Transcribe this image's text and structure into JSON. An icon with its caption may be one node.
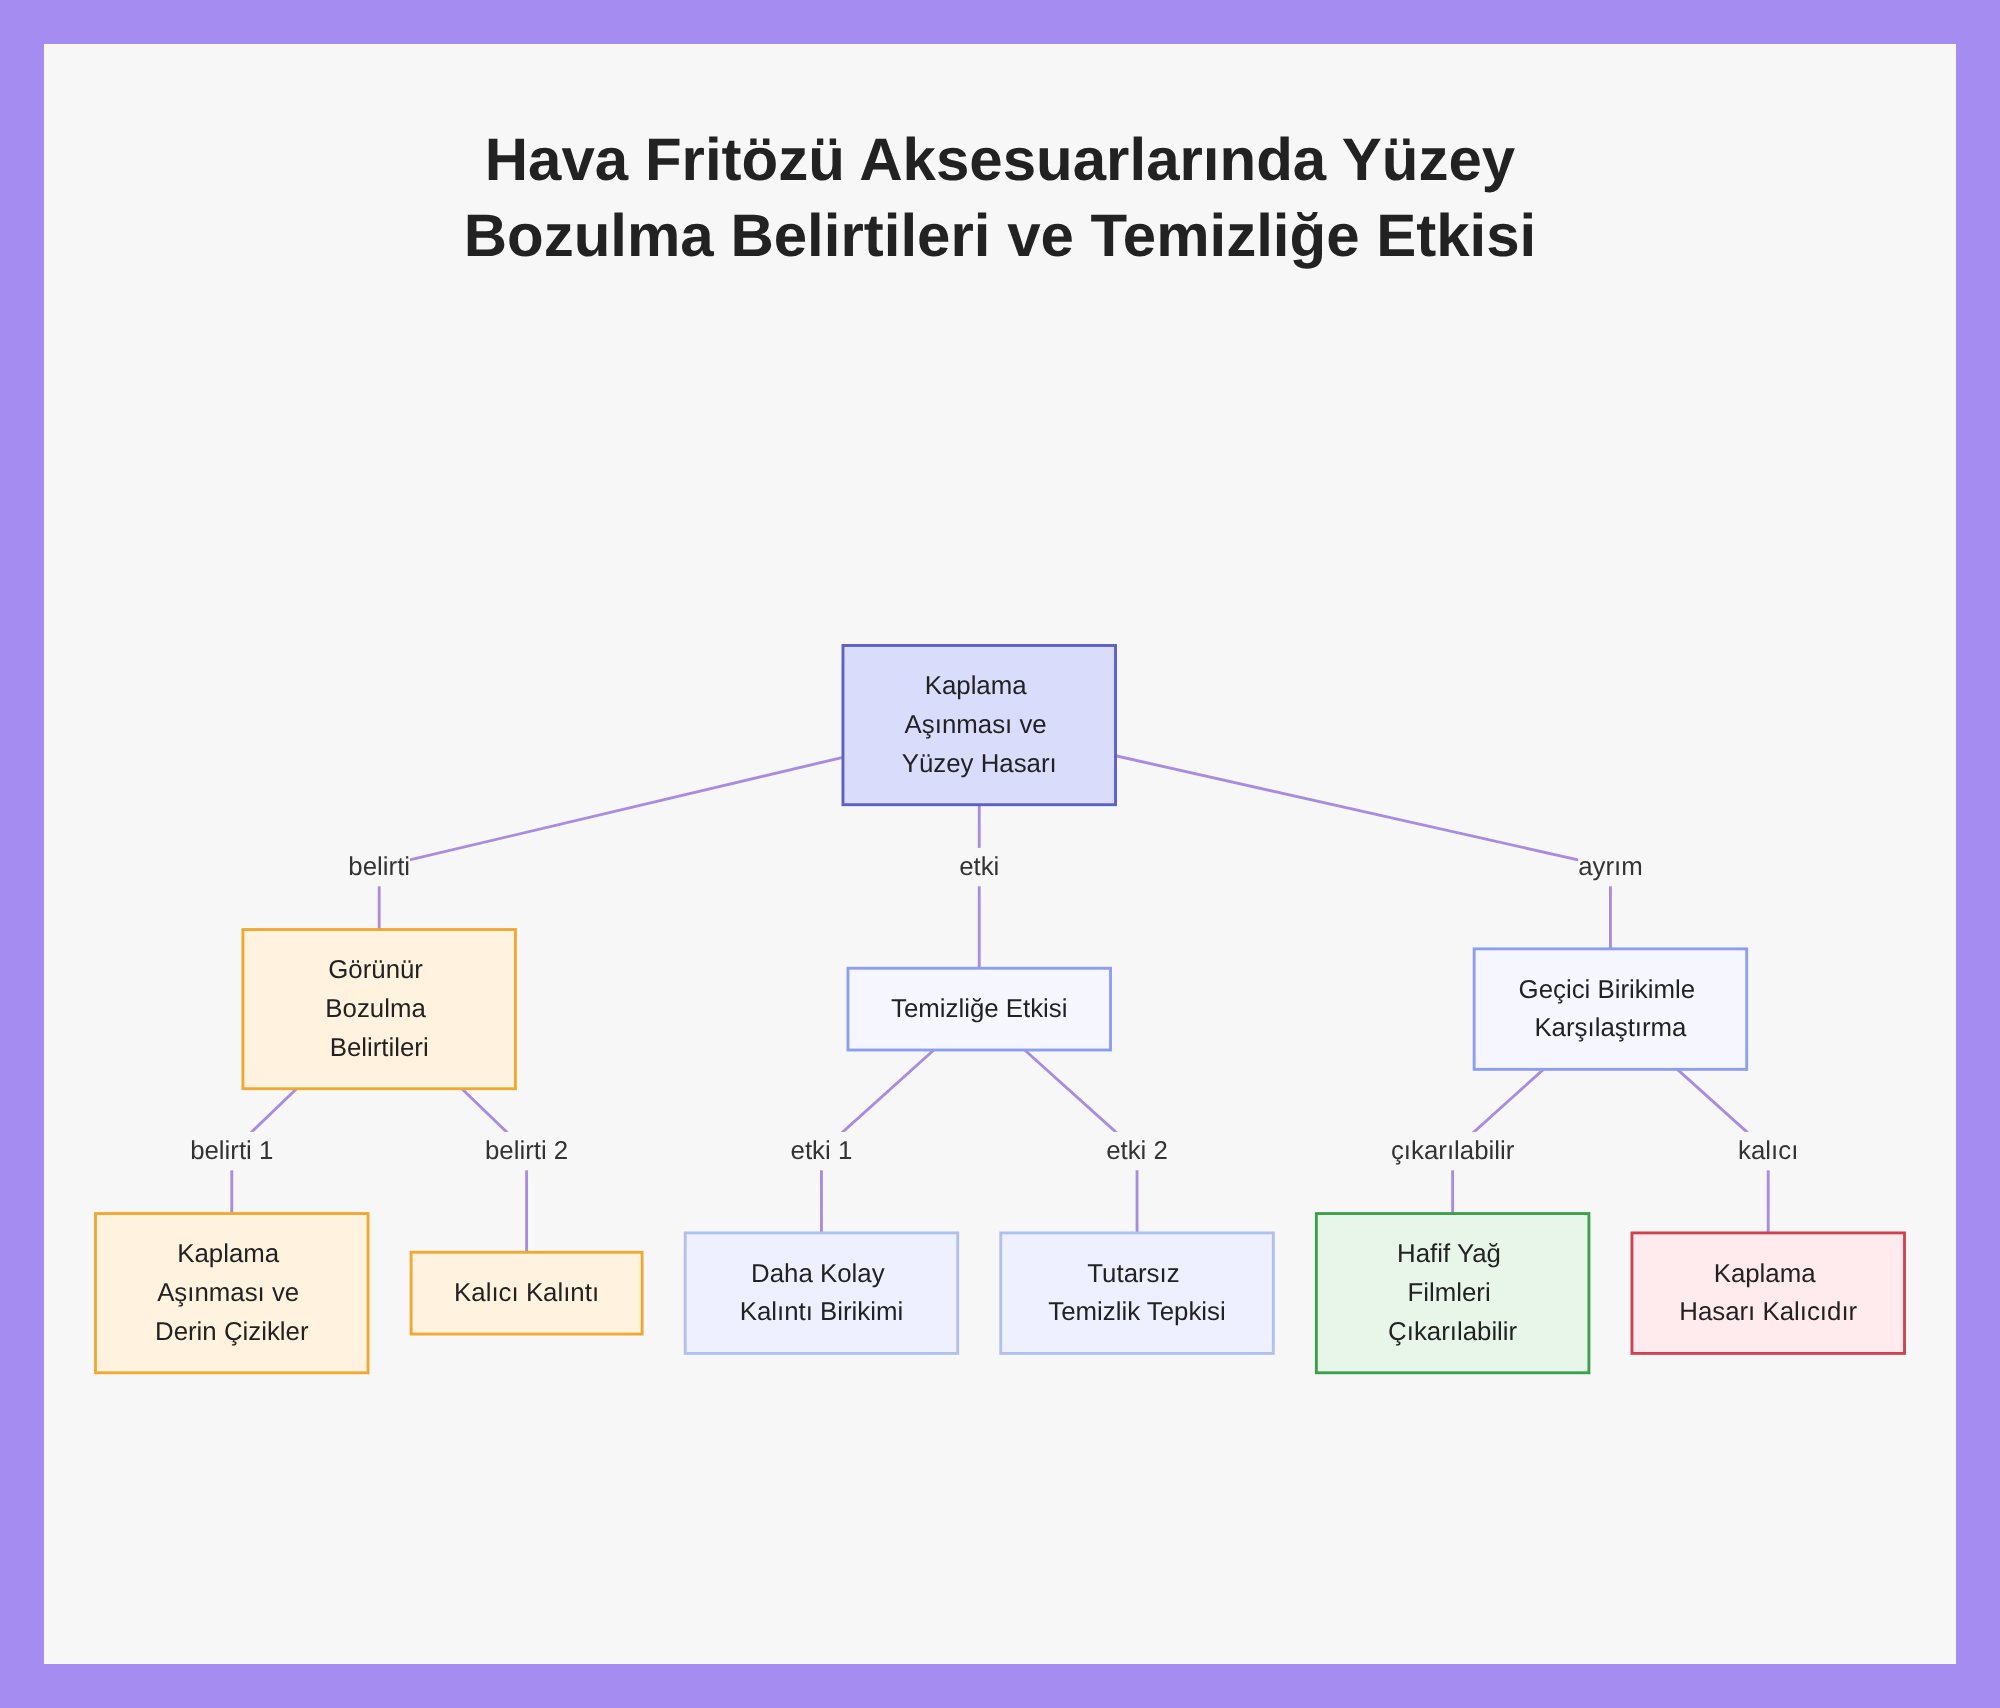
{
  "diagram": {
    "title": "Hava Fritözü Aksesuarlarında Yüzey Bozulma Belirtileri ve Temizliğe Etkisi",
    "nodes": [
      {
        "text": [
          "Kaplama Aşınması ve Yüzey Hasarı"
        ]
      },
      {
        "text": [
          "Görünür Bozulma Belirtileri"
        ]
      },
      {
        "text": [
          "Temizliğe Etkisi"
        ]
      },
      {
        "text": [
          "Geçici Birikimle Karşılaştırma"
        ]
      },
      {
        "text": [
          "Kaplama Aşınması ve Derin Çizikler"
        ]
      },
      {
        "text": [
          "Kalıcı Kalıntı"
        ]
      },
      {
        "text": [
          "Daha Kolay Kalıntı Birikimi"
        ]
      },
      {
        "text": [
          "Tutarsız Temizlik Tepkisi"
        ]
      },
      {
        "text": [
          "Hafif Yağ Filmleri Çıkarılabilir"
        ]
      },
      {
        "text": [
          "Kaplama Hasarı Kalıcıdır"
        ]
      }
    ],
    "edges": [
      {
        "from": 0,
        "to": 1,
        "arrow": "none",
        "label": "belirti"
      },
      {
        "from": 0,
        "to": 2,
        "arrow": "none",
        "label": "etki"
      },
      {
        "from": 0,
        "to": 3,
        "arrow": "none",
        "label": "ayrım"
      },
      {
        "from": 1,
        "to": 4,
        "arrow": "none",
        "label": "belirti 1"
      },
      {
        "from": 1,
        "to": 5,
        "arrow": "none",
        "label": "belirti 2"
      },
      {
        "from": 2,
        "to": 6,
        "arrow": "none",
        "label": "etki 1"
      },
      {
        "from": 2,
        "to": 7,
        "arrow": "none",
        "label": "etki 2"
      },
      {
        "from": 3,
        "to": 8,
        "arrow": "none",
        "label": "çıkarılabilir"
      },
      {
        "from": 3,
        "to": 9,
        "arrow": "none",
        "label": "kalıcı"
      }
    ]
  }
}
